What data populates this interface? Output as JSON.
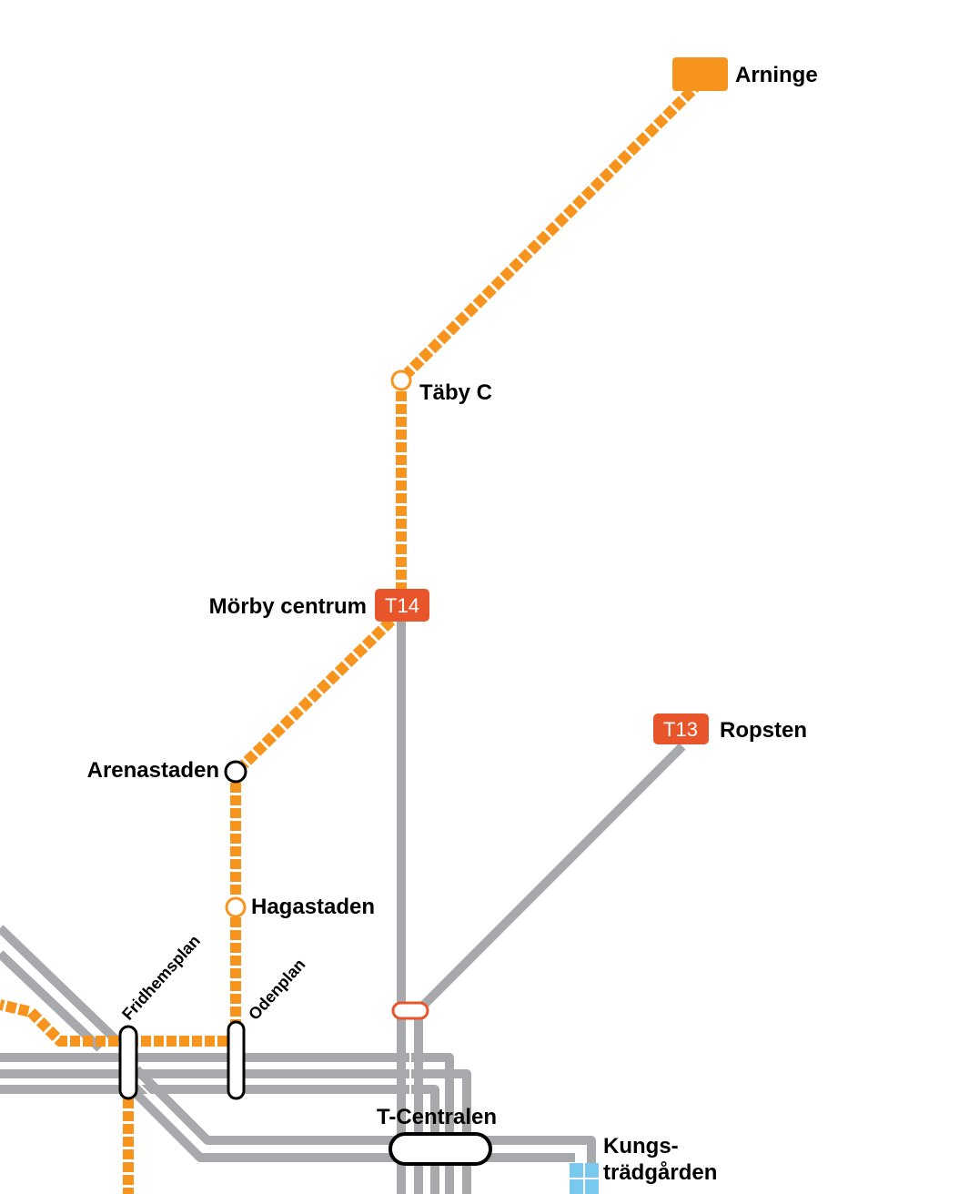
{
  "colors": {
    "metro_gray": "#a8a9ac",
    "orange_line": "#f6941d",
    "red_line": "#e8552a",
    "blue_tram": "#79c9ef",
    "station_border": "#000000"
  },
  "stations": {
    "arninge": "Arninge",
    "taby_c": "Täby C",
    "morby_centrum": "Mörby centrum",
    "ropsten": "Ropsten",
    "arenastaden": "Arenastaden",
    "hagastaden": "Hagastaden",
    "fridhemsplan": "Fridhemsplan",
    "odenplan": "Odenplan",
    "t_centralen": "T-Centralen",
    "kungstradgarden_1": "Kungs-",
    "kungstradgarden_2": "trädgården"
  },
  "badges": {
    "t14": "T14",
    "t13": "T13"
  }
}
